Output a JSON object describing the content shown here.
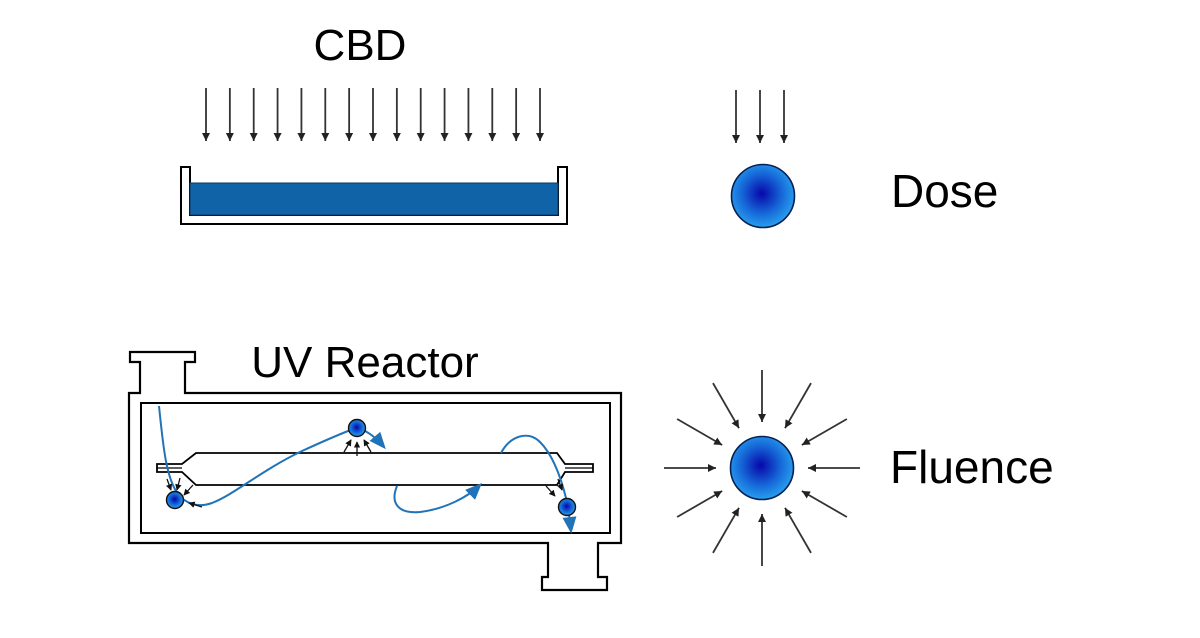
{
  "cbd": {
    "title": "CBD",
    "beam_arrow_count": 15,
    "liquid_color": "#1163A8"
  },
  "dose": {
    "label": "Dose",
    "arrow_count": 3
  },
  "reactor": {
    "title": "UV Reactor",
    "particle_count": 3,
    "flow_color": "#2173B8"
  },
  "fluence": {
    "label": "Fluence",
    "arrow_count": 12
  },
  "colors": {
    "arrow": "#333333",
    "outline": "#000000",
    "sphere_core": "#0707AA",
    "sphere_mid": "#1668D8",
    "sphere_edge": "#2BA8F2",
    "sphere_outline": "#062050"
  }
}
